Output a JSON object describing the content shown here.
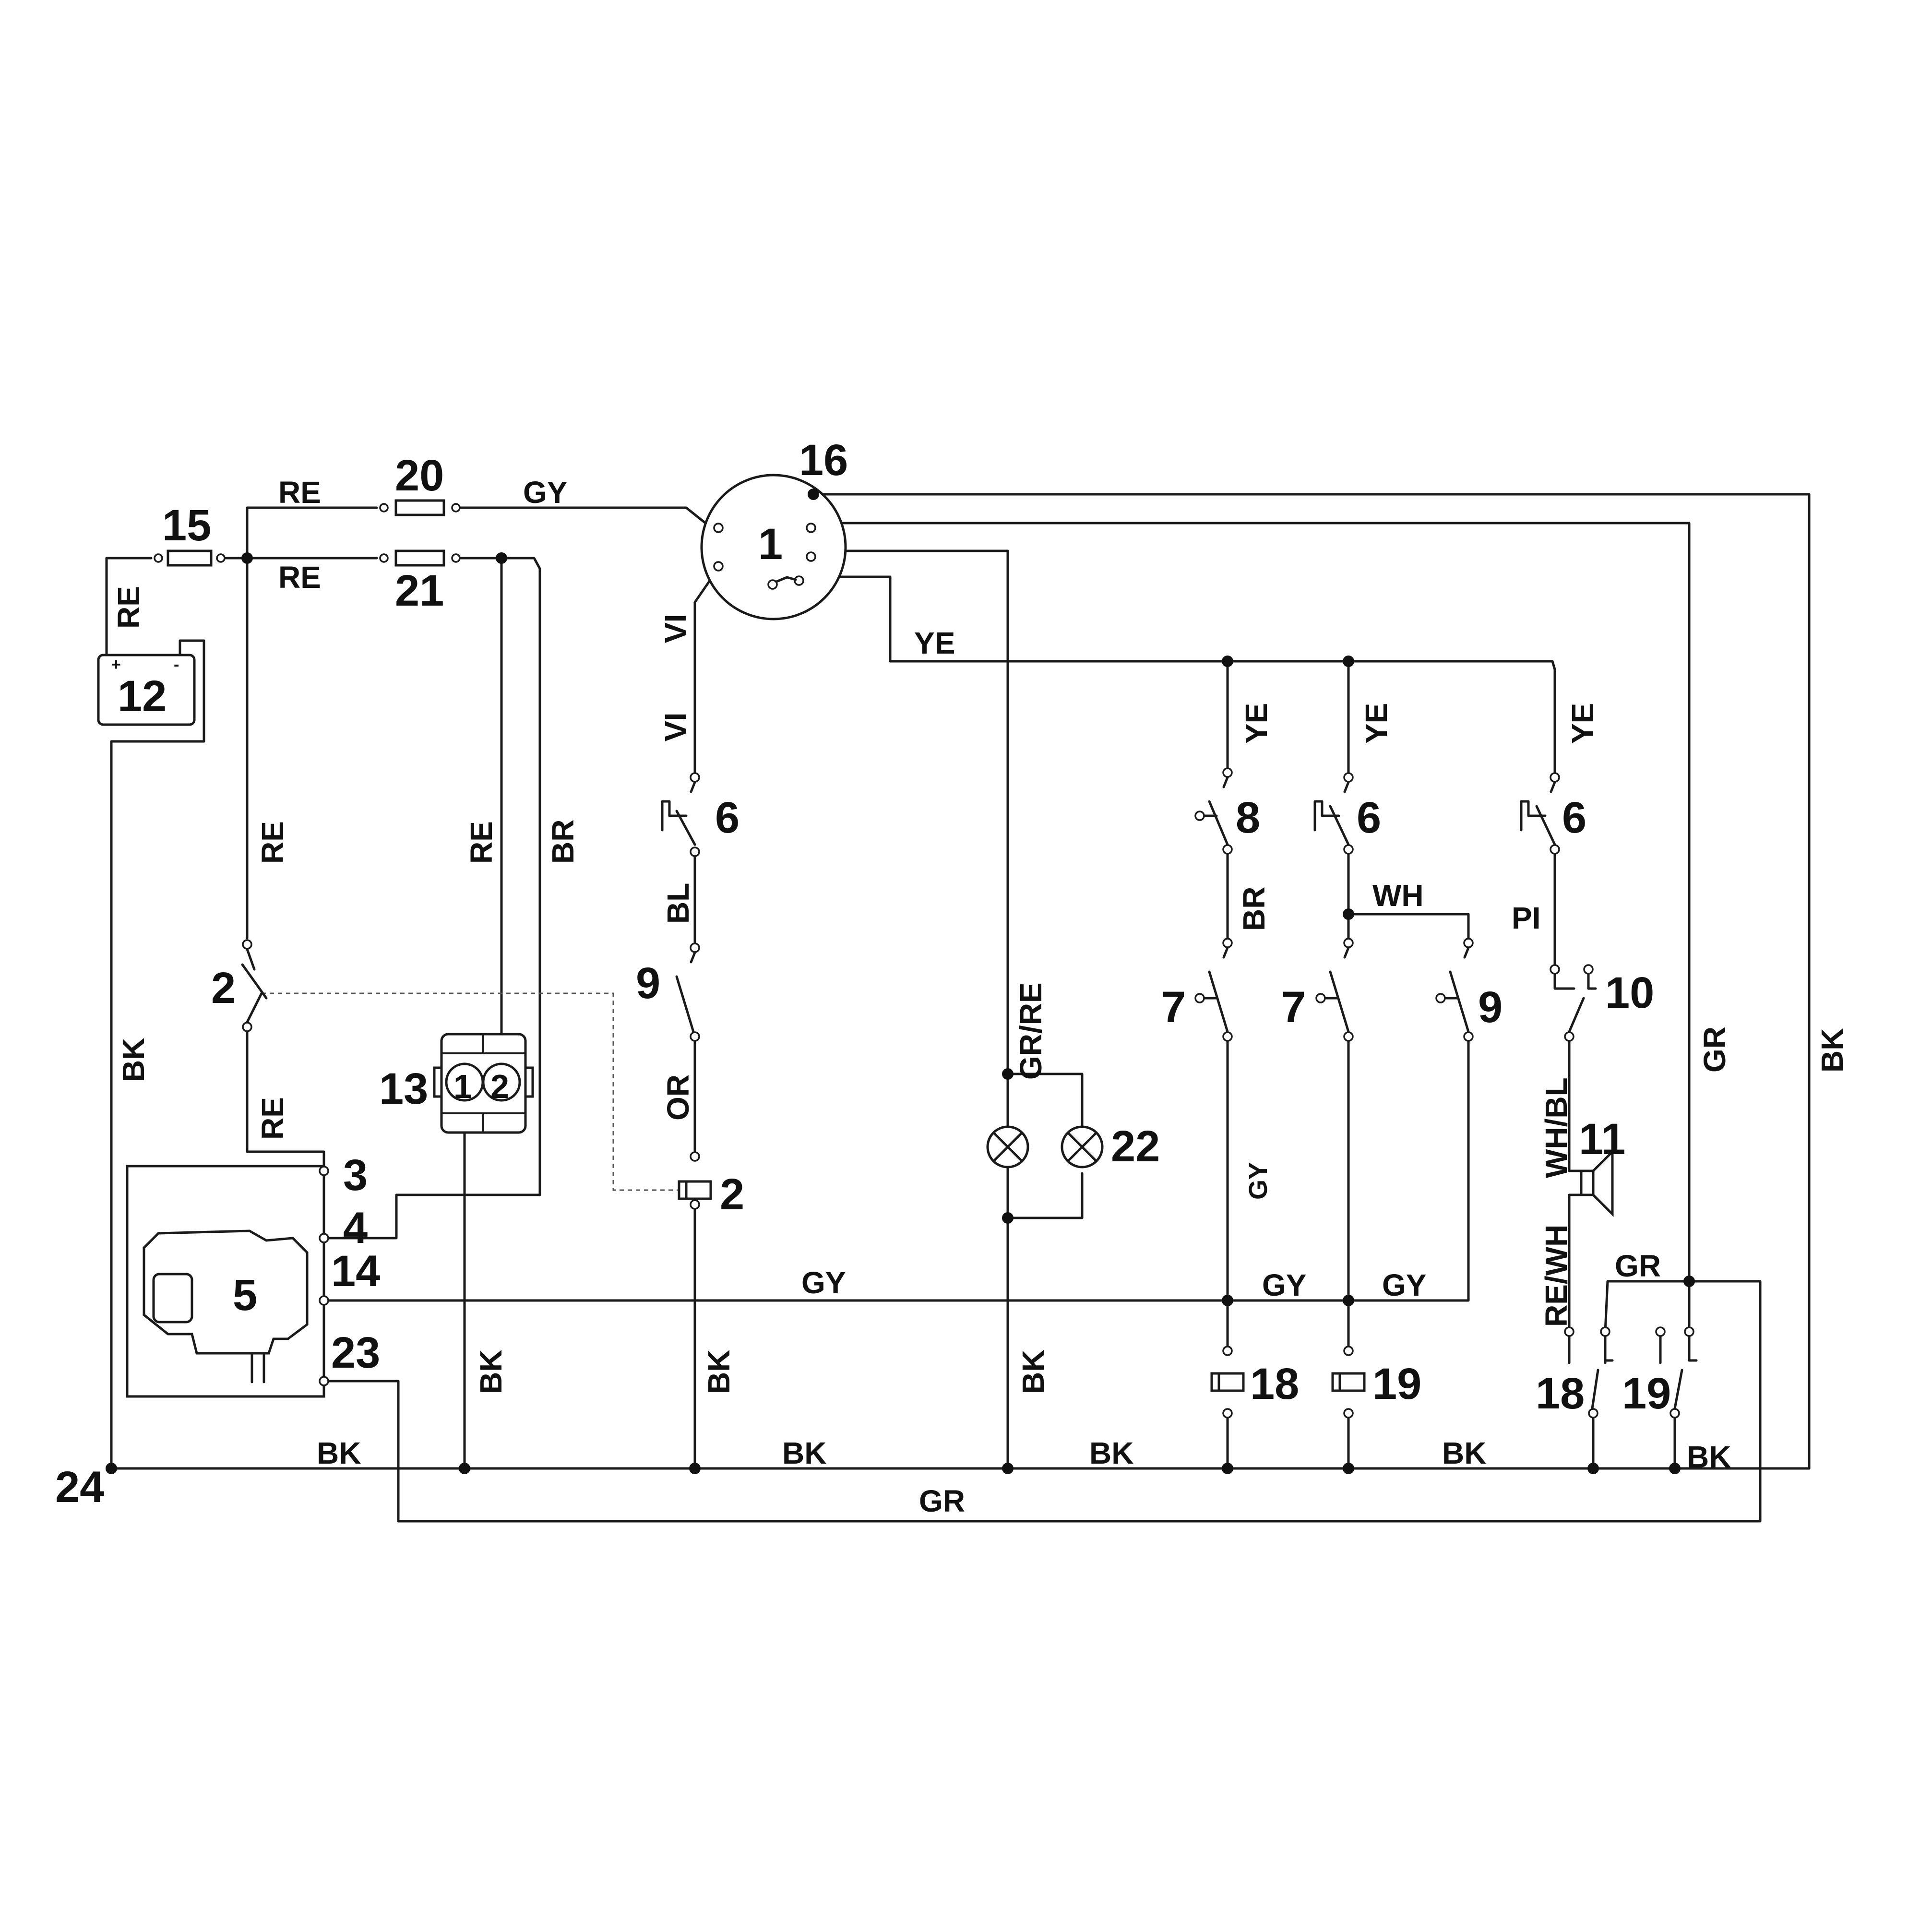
{
  "components": {
    "ignition_switch": "1",
    "ignition_relay_contact": "2",
    "ignition_relay_coil": "2",
    "engine_terminal_a": "3",
    "engine_terminal_b": "4",
    "engine": "5",
    "switch_6_left": "6",
    "switch_6_mid": "6",
    "switch_6_right": "6",
    "switch_7_left": "7",
    "switch_7_mid": "7",
    "switch_8": "8",
    "switch_9_left": "9",
    "switch_9_right": "9",
    "switch_10": "10",
    "horn": "11",
    "battery": "12",
    "connector": "13",
    "connector_pin_1": "1",
    "connector_pin_2": "2",
    "engine_terminal_c": "14",
    "fuse_15": "15",
    "ignition_node": "16",
    "relay_18": "18",
    "relay_18_contact": "18",
    "relay_19": "19",
    "relay_19_contact": "19",
    "fuse_20": "20",
    "fuse_21": "21",
    "lamps": "22",
    "engine_terminal_d": "23",
    "ground_point": "24"
  },
  "battery_polarity": {
    "positive": "+",
    "negative": "-"
  },
  "wire_colors": {
    "bat_pos_re": "RE",
    "top_re_upper": "RE",
    "top_re_lower": "RE",
    "top_gy": "GY",
    "left_re_upper": "RE",
    "left_re_lower": "RE",
    "mid_re": "RE",
    "br_vertical": "BR",
    "bat_neg_bk": "BK",
    "vi_upper": "VI",
    "vi_lower": "VI",
    "bl": "BL",
    "or": "OR",
    "bk_col_13": "BK",
    "bk_col_relay": "BK",
    "bk_col_lamp": "BK",
    "gr_re": "GR/RE",
    "ye_horizontal": "YE",
    "ye_col1": "YE",
    "ye_col2": "YE",
    "ye_col3": "YE",
    "br_col1": "BR",
    "wh": "WH",
    "pi": "PI",
    "gy_vertical": "GY",
    "gy_horizontal_main": "GY",
    "gy_horizontal_2": "GY",
    "gy_horizontal_3": "GY",
    "wh_bl": "WH/BL",
    "re_wh": "RE/WH",
    "gr_right_vertical": "GR",
    "gr_short": "GR",
    "bk_right_vertical": "BK",
    "bk_bottom_1": "BK",
    "bk_bottom_2": "BK",
    "bk_bottom_3": "BK",
    "bk_bottom_4": "BK",
    "bk_bottom_right": "BK",
    "gr_bottom": "GR"
  }
}
